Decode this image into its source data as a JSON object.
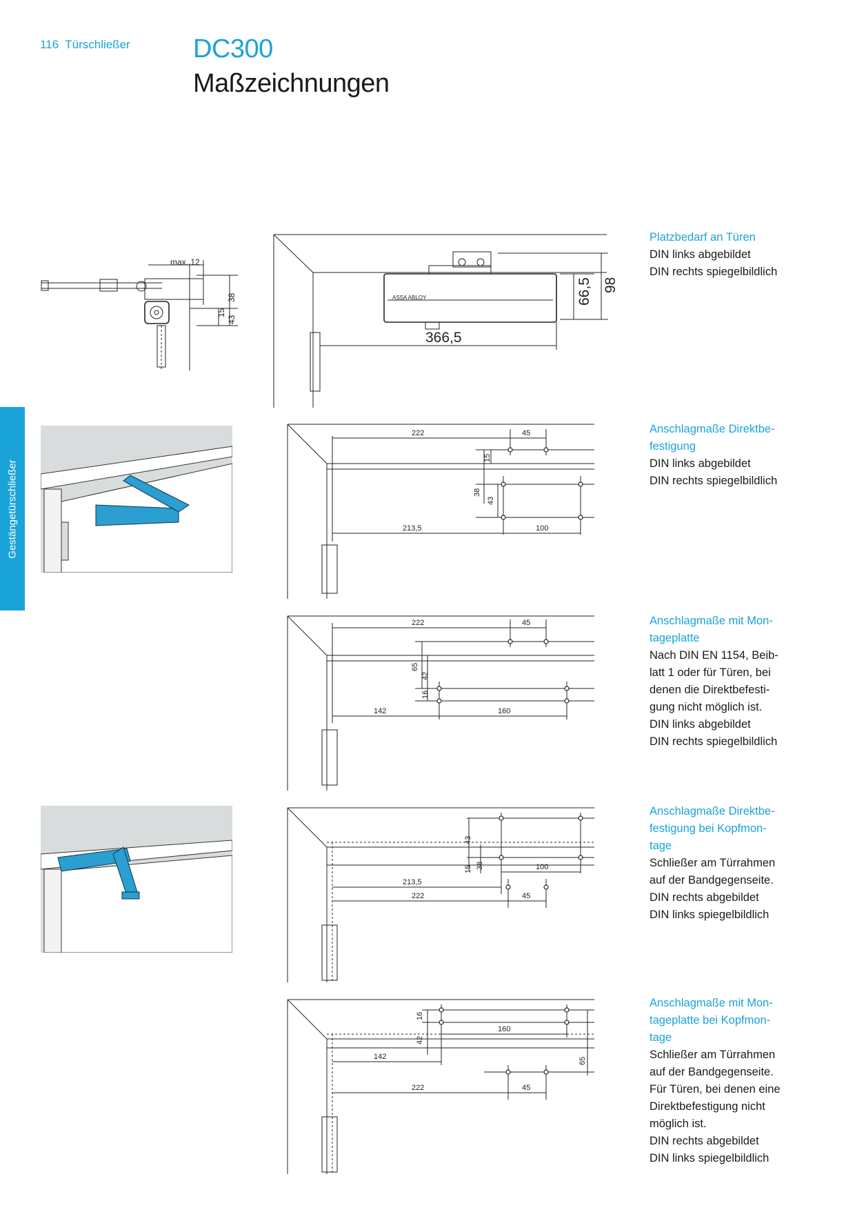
{
  "header": {
    "page_number": "116",
    "section": "Türschließer",
    "title": "DC300",
    "subtitle": "Maßzeichnungen"
  },
  "side_tab": "Gestängetürschließer",
  "colors": {
    "accent": "#1aa3d8",
    "arm_blue": "#2a9fd0",
    "photo_bg": "#d9dcdd"
  },
  "sections": [
    {
      "heading": "Platzbedarf an Türen",
      "lines": [
        "DIN links abgebildet",
        "DIN rechts spiegelbildlich"
      ]
    },
    {
      "heading_lines": [
        "Anschlagmaße Direktbe-",
        "festigung"
      ],
      "lines": [
        "DIN links abgebildet",
        "DIN rechts spiegelbildlich"
      ]
    },
    {
      "heading_lines": [
        "Anschlagmaße mit Mon-",
        "tageplatte"
      ],
      "lines": [
        "Nach DIN EN 1154, Beib-",
        "latt 1 oder für Türen, bei",
        "denen die Direktbefesti-",
        "gung nicht möglich ist.",
        "DIN links abgebildet",
        "DIN rechts spiegelbildlich"
      ]
    },
    {
      "heading_lines": [
        "Anschlagmaße Direktbe-",
        "festigung bei Kopfmon-",
        "tage"
      ],
      "lines": [
        "Schließer am Türrahmen",
        "auf der Bandgegenseite.",
        "DIN rechts abgebildet",
        "DIN links spiegelbildlich"
      ]
    },
    {
      "heading_lines": [
        "Anschlagmaße mit Mon-",
        "tageplatte bei Kopfmon-",
        "tage"
      ],
      "lines": [
        "Schließer am Türrahmen",
        "auf der Bandgegenseite.",
        "Für Türen, bei denen eine",
        "Direktbefestigung nicht",
        "möglich ist.",
        "DIN rechts abgebildet",
        "DIN links spiegelbildlich"
      ]
    }
  ],
  "drawings": {
    "side_view": {
      "max": "max. 12",
      "d38": "38",
      "d15": "15",
      "d43": "43"
    },
    "space": {
      "brand": "ASSA ABLOY",
      "d665": "66,5",
      "d98": "98",
      "d3665": "366,5"
    },
    "direct": {
      "d222": "222",
      "d45": "45",
      "d15": "15",
      "d38": "38",
      "d43": "43",
      "d2135": "213,5",
      "d100": "100"
    },
    "plate": {
      "d222": "222",
      "d45": "45",
      "d65": "65",
      "d42": "42",
      "d16": "16",
      "d142": "142",
      "d160": "160"
    },
    "direct_head": {
      "d43": "43",
      "d15": "15",
      "d38": "38",
      "d100": "100",
      "d2135": "213,5",
      "d222": "222",
      "d45": "45"
    },
    "plate_head": {
      "d16": "16",
      "d42": "42",
      "d160": "160",
      "d65": "65",
      "d142": "142",
      "d222": "222",
      "d45": "45"
    }
  }
}
